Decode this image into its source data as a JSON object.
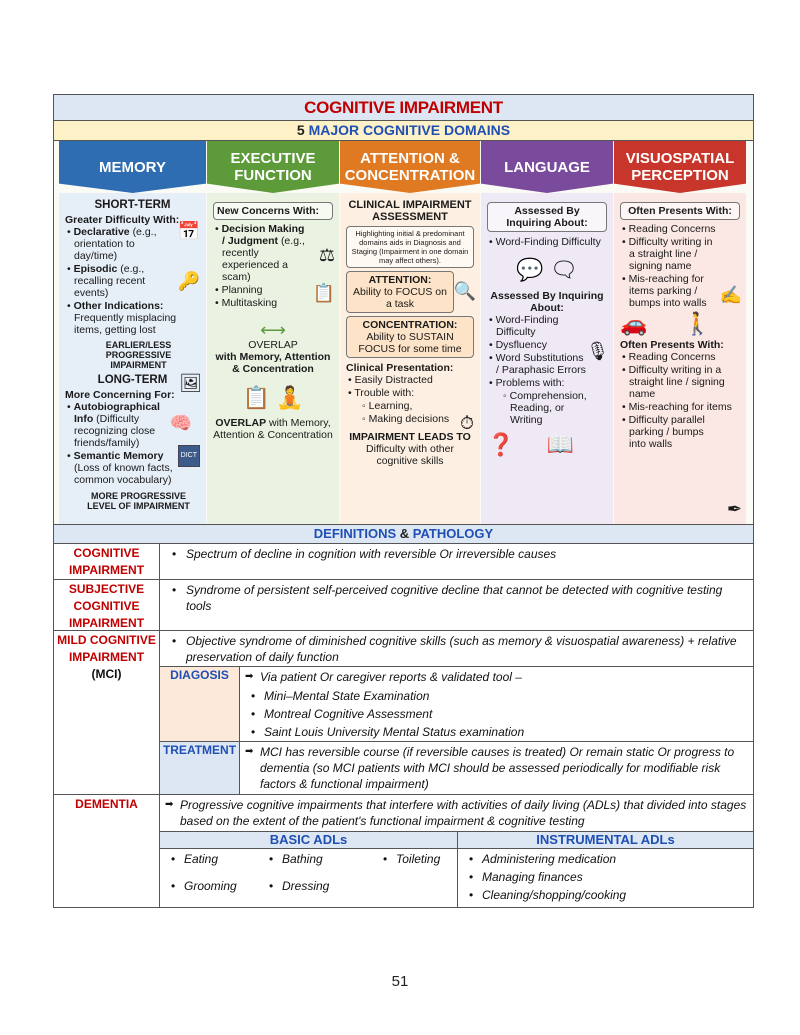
{
  "title": "COGNITIVE IMPAIRMENT",
  "subtitle": {
    "num": "5",
    "text": "MAJOR COGNITIVE DOMAINS"
  },
  "infographic": {
    "memory": {
      "header": "MEMORY",
      "short_term": "SHORT-TERM",
      "greater": "Greater Difficulty With:",
      "declarative_b": "Declarative",
      "declarative_t": "(e.g., orientation to day/time)",
      "episodic_b": "Episodic",
      "episodic_t": "(e.g., recalling recent events)",
      "other_b": "Other Indications:",
      "other_t": "Frequently misplacing items, getting lost",
      "earlier": "EARLIER/LESS PROGRESSIVE IMPAIRMENT",
      "long_term": "LONG-TERM",
      "more": "More Concerning For:",
      "auto_b": "Autobiographical Info",
      "auto_t": "(Difficulty recognizing close friends/family)",
      "sem_b": "Semantic Memory",
      "sem_t": "(Loss of known facts, common vocabulary)",
      "more_prog": "MORE PROGRESSIVE LEVEL OF IMPAIRMENT",
      "dict": "DICT"
    },
    "executive": {
      "header": "EXECUTIVE FUNCTION",
      "new": "New Concerns With:",
      "dm_b": "Decision Making / Judgment",
      "dm_t": "(e.g., recently experienced a scam)",
      "planning": "Planning",
      "multitasking": "Multitasking",
      "overlap1_a": "OVERLAP",
      "overlap1_b": "with Memory, Attention & Concentration",
      "overlap2_a": "OVERLAP",
      "overlap2_b": "with Memory, Attention & Concentration"
    },
    "attention": {
      "header": "ATTENTION & CONCENTRATION",
      "clin": "CLINICAL IMPAIRMENT ASSESSMENT",
      "highlight": "Highlighting initial & predominant domains aids in Diagnosis and Staging (Impairment in one domain may affect others).",
      "att_b": "ATTENTION:",
      "att_t": "Ability to FOCUS on a task",
      "con_b": "CONCENTRATION:",
      "con_t": "Ability to SUSTAIN FOCUS for some time",
      "pres": "Clinical Presentation:",
      "distract": "Easily Distracted",
      "trouble": "Trouble with:",
      "learning": "Learning,",
      "decisions": "Making decisions",
      "leads_b": "IMPAIRMENT LEADS TO",
      "leads_t": "Difficulty with other cognitive skills"
    },
    "language": {
      "header": "LANGUAGE",
      "assessed1": "Assessed By Inquiring About:",
      "wf1": "Word-Finding Difficulty",
      "assessed2": "Assessed By Inquiring About:",
      "wf2": "Word-Finding Difficulty",
      "dysfluency": "Dysfluency",
      "subs": "Word Substitutions / Paraphasic Errors",
      "problems": "Problems with:",
      "comp": "Comprehension, Reading, or Writing"
    },
    "visuospatial": {
      "header": "VISUOSPATIAL PERCEPTION",
      "often1": "Often Presents With:",
      "reading1": "Reading Concerns",
      "diffw1": "Difficulty writing in a straight line / signing name",
      "mis1": "Mis-reaching for items parking / bumps into walls",
      "often2": "Often Presents With:",
      "reading2": "Reading Concerns",
      "diffw2": "Difficulty writing in a straight line / signing name",
      "mis2": "Mis-reaching for items",
      "parallel": "Difficulty parallel parking / bumps into walls"
    }
  },
  "defs_heading": {
    "a": "DEFINITIONS",
    "amp": "&",
    "b": "PATHOLOGY"
  },
  "defs": {
    "ci_label": "COGNITIVE IMPAIRMENT",
    "ci_text": "Spectrum of decline in cognition with reversible Or irreversible causes",
    "scd_label": "SUBJECTIVE COGNITIVE IMPAIRMENT",
    "scd_text": "Syndrome of persistent self-perceived cognitive decline that cannot be detected with cognitive testing tools",
    "mci_label": "MILD COGNITIVE IMPAIRMENT",
    "mci_abbr": "(MCI)",
    "mci_text": "Objective syndrome of diminished cognitive skills (such as memory & visuospatial awareness) + relative preservation of daily function",
    "diag_label": "DIAGOSIS",
    "diag_text": "Via patient Or caregiver reports & validated tool –",
    "diag_items": [
      "Mini–Mental State Examination",
      "Montreal Cognitive Assessment",
      "Saint Louis University Mental Status examination"
    ],
    "treat_label": "TREATMENT",
    "treat_text": "MCI has reversible course (if reversible causes is treated) Or remain static Or progress to dementia (so MCI patients with MCI should be assessed periodically for modifiable risk factors & functional impairment)",
    "dem_label": "DEMENTIA",
    "dem_text": "Progressive cognitive impairments that interfere with activities of daily living (ADLs) that divided into stages based on the extent of the patient's functional impairment & cognitive testing",
    "basic_head": "BASIC ADLs",
    "inst_head": "INSTRUMENTAL ADLs",
    "basic": [
      "Eating",
      "Bathing",
      "Toileting",
      "Grooming",
      "Dressing"
    ],
    "inst": [
      "Administering medication",
      "Managing finances",
      "Cleaning/shopping/cooking"
    ]
  },
  "page_number": "51"
}
